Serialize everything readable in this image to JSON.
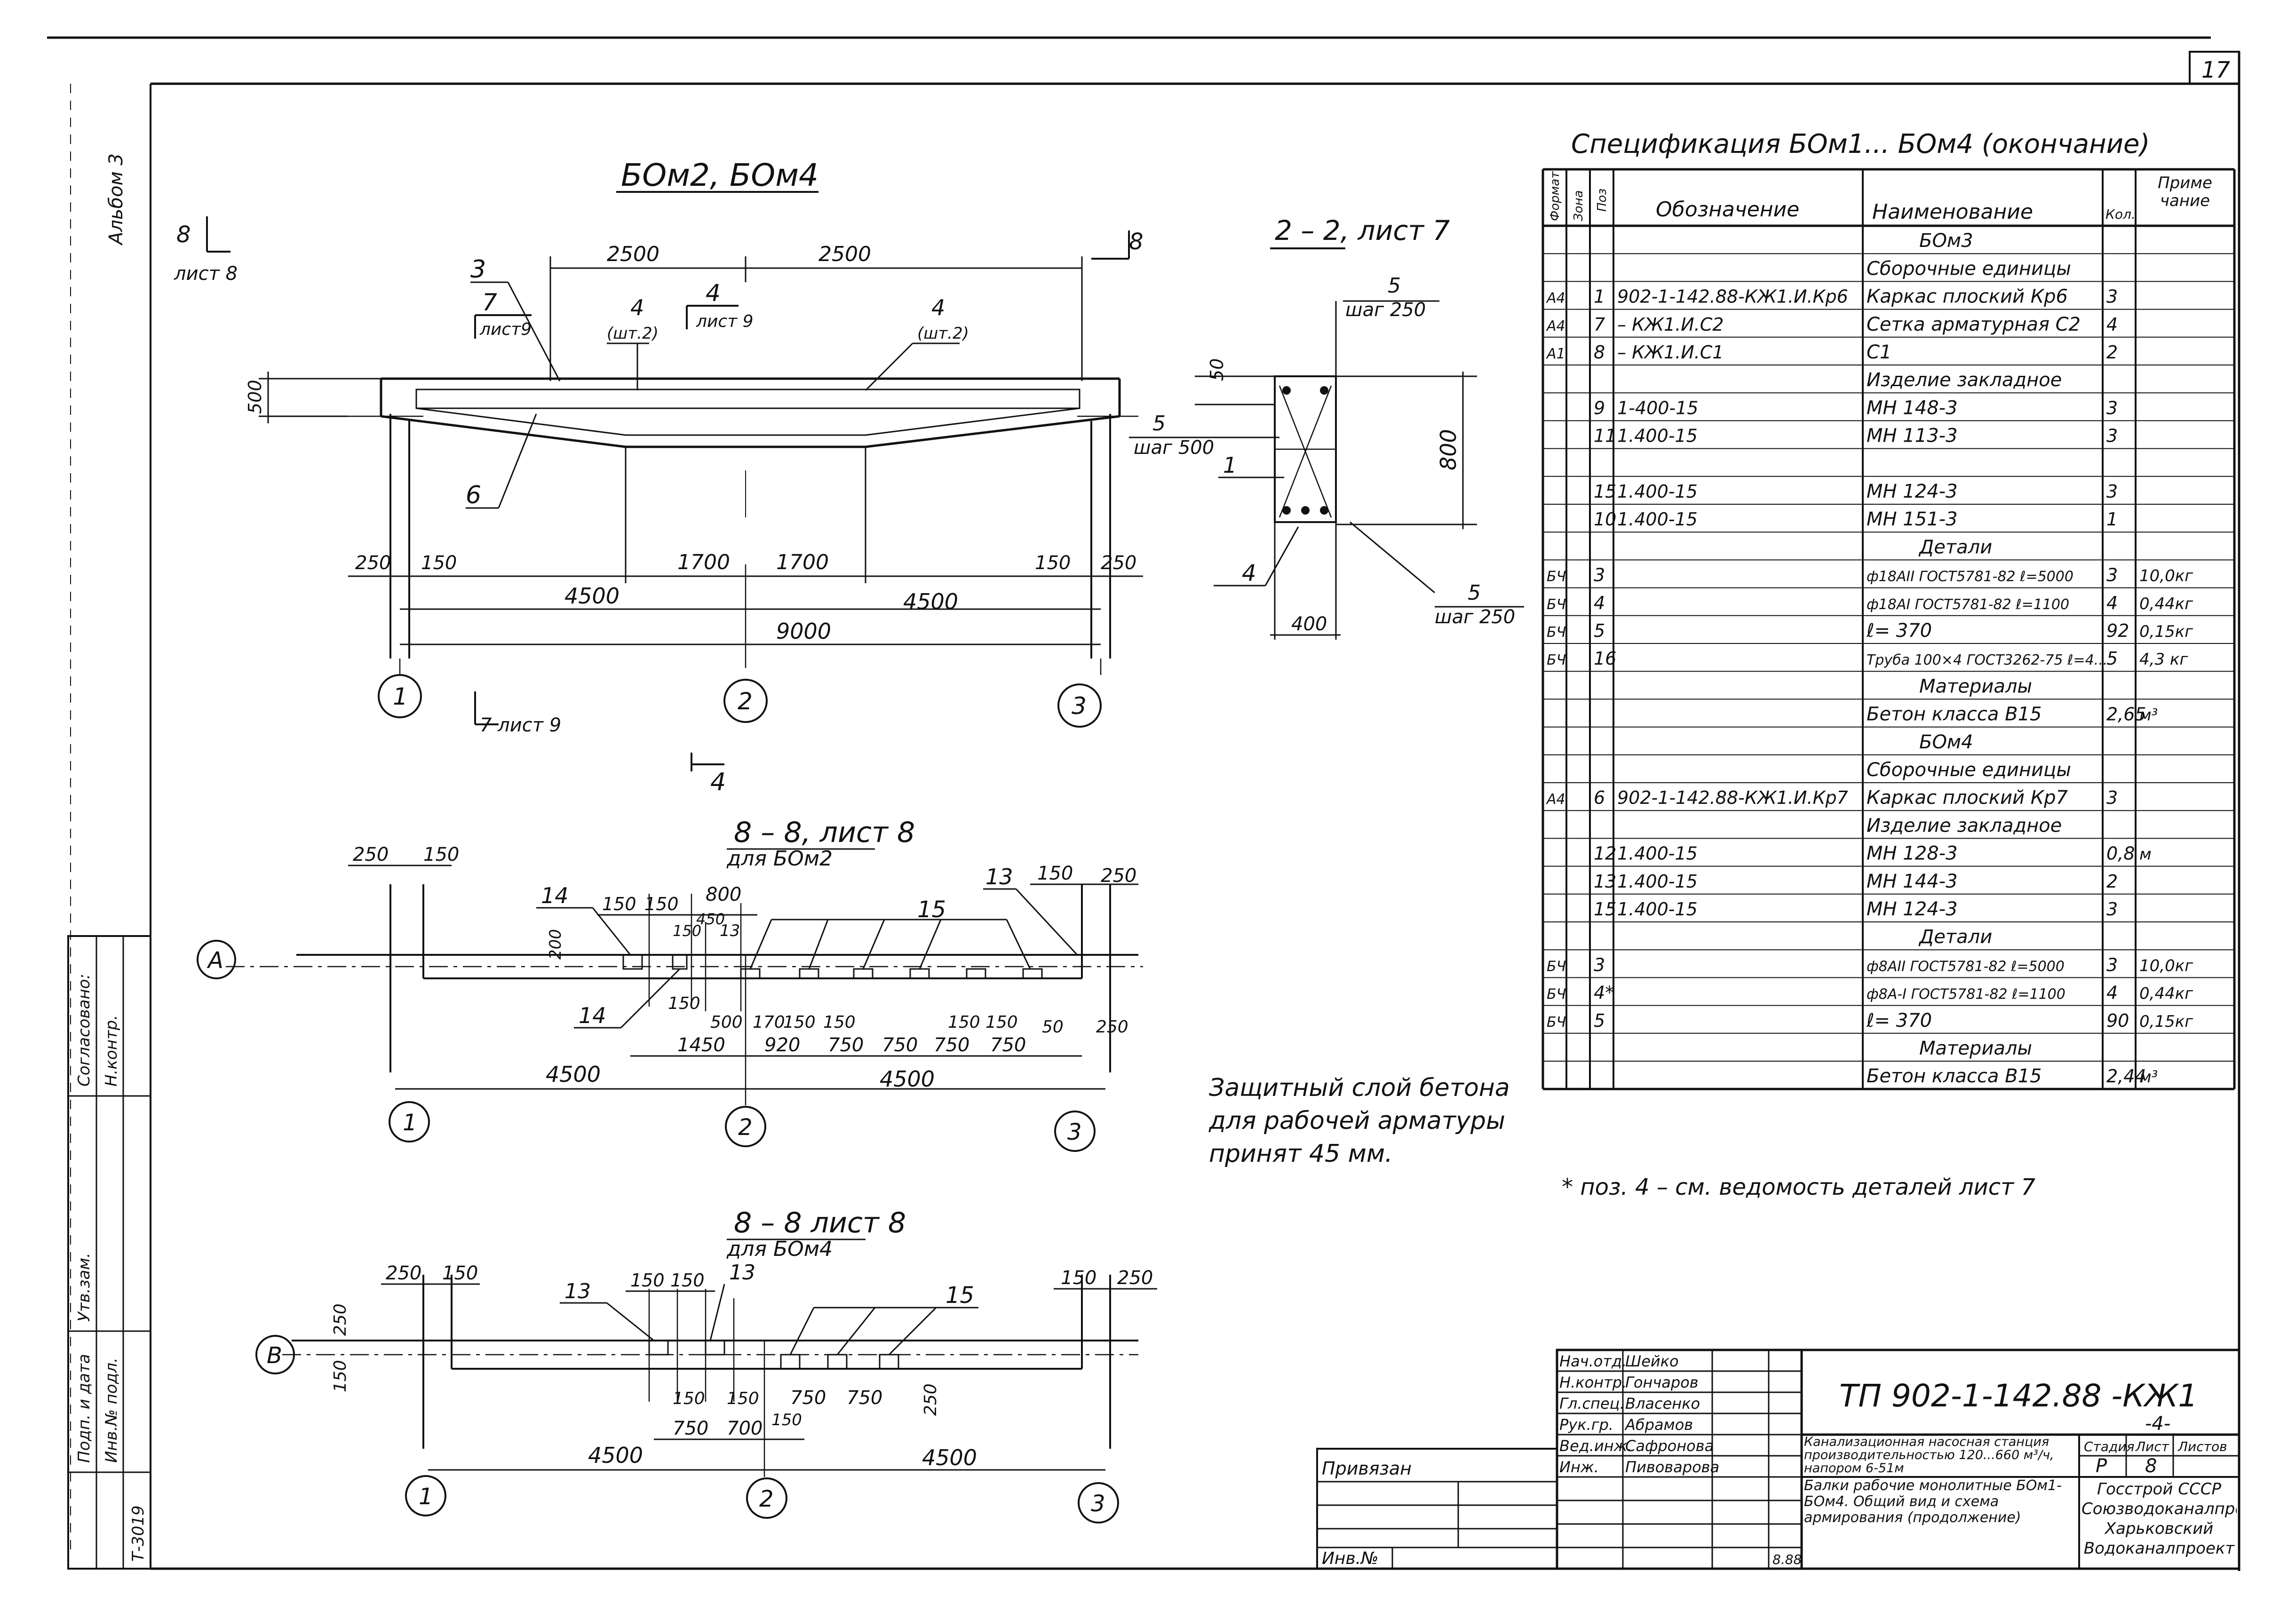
{
  "sheet": {
    "page_number": "17",
    "album_label": "Альбом 3",
    "left_stamp": [
      "Согласовано:",
      "Н.контр.",
      "Утв.зам.",
      "Инв.№ подл.",
      "Подп. и дата",
      "Т-3019"
    ]
  },
  "beam_view": {
    "title": "БОм2, БОм4",
    "ref_8_sheet": "лист 8",
    "ref_8": "8",
    "ref_7": "7",
    "ref_7_sheet": "лист9",
    "ref_4": "4",
    "ref_4_sheet": "лист 9",
    "label_4_pcs": "(шт.2)",
    "pos_3": "3",
    "pos_4": "4",
    "pos_6": "6",
    "dim_2500": "2500",
    "dim_500": "500",
    "dim_250": "250",
    "dim_150": "150",
    "dim_1700": "1700",
    "dim_4500": "4500",
    "dim_9000": "9000",
    "axis_1": "1",
    "axis_2": "2",
    "axis_3": "3",
    "ref_7_bottom": "7 лист 9"
  },
  "section_22": {
    "title": "2 – 2, лист 7",
    "pos_5": "5",
    "step_250": "шаг 250",
    "step_500": "шаг 500",
    "dim_50": "50",
    "dim_800": "800",
    "dim_400": "400",
    "pos_1": "1",
    "pos_4": "4"
  },
  "section_88a": {
    "title": "8 – 8, лист 8",
    "subtitle": "для БОм2",
    "axis_A": "А",
    "dims": [
      "250",
      "150",
      "150",
      "150",
      "800",
      "150",
      "450",
      "200",
      "150",
      "500",
      "170",
      "150",
      "150",
      "1450",
      "920",
      "750",
      "750",
      "750",
      "750",
      "150",
      "150",
      "50",
      "250",
      "4500",
      "4500"
    ],
    "pos_13": "13",
    "pos_14": "14",
    "pos_15": "15"
  },
  "section_88b": {
    "title": "8 – 8 лист 8",
    "subtitle": "для БОм4",
    "axis_B": "В",
    "dims": [
      "250",
      "150",
      "150",
      "150",
      "150",
      "150",
      "150",
      "750",
      "750",
      "750",
      "700",
      "150",
      "250",
      "4500",
      "4500"
    ],
    "pos_13": "13",
    "pos_15": "15"
  },
  "note": {
    "line1": "Защитный слой бетона",
    "line2": "для рабочей арматуры",
    "line3": "принят 45 мм."
  },
  "spec": {
    "title": "Спецификация БОм1... БОм4 (окончание)",
    "headers": [
      "Формат",
      "Зона",
      "Поз",
      "Обозначение",
      "Наименование",
      "Кол.",
      "Приме чание"
    ],
    "rows": [
      [
        "",
        "",
        "",
        "",
        "БОм3",
        "",
        ""
      ],
      [
        "",
        "",
        "",
        "",
        "Сборочные единицы",
        "",
        ""
      ],
      [
        "А4",
        "",
        "1",
        "902-1-142.88-КЖ1.И.Кр6",
        "Каркас плоский Кр6",
        "3",
        ""
      ],
      [
        "А4",
        "",
        "7",
        "– КЖ1.И.С2",
        "Сетка арматурная С2",
        "4",
        ""
      ],
      [
        "А1",
        "",
        "8",
        "– КЖ1.И.С1",
        "С1",
        "2",
        ""
      ],
      [
        "",
        "",
        "",
        "",
        "Изделие закладное",
        "",
        ""
      ],
      [
        "",
        "",
        "9",
        "1-400-15",
        "МН 148-3",
        "3",
        ""
      ],
      [
        "",
        "",
        "11",
        "1.400-15",
        "МН 113-3",
        "3",
        ""
      ],
      [
        "",
        "",
        "",
        "",
        "",
        "",
        ""
      ],
      [
        "",
        "",
        "15",
        "1.400-15",
        "МН 124-3",
        "3",
        ""
      ],
      [
        "",
        "",
        "10",
        "1.400-15",
        "МН 151-3",
        "1",
        ""
      ],
      [
        "",
        "",
        "",
        "",
        "Детали",
        "",
        ""
      ],
      [
        "БЧ",
        "",
        "3",
        "",
        "ф18АII ГОСТ5781-82 ℓ=5000",
        "3",
        "10,0кг"
      ],
      [
        "БЧ",
        "",
        "4",
        "",
        "ф18АI ГОСТ5781-82 ℓ=1100",
        "4",
        "0,44кг"
      ],
      [
        "БЧ",
        "",
        "5",
        "",
        "ℓ= 370",
        "92",
        "0,15кг"
      ],
      [
        "БЧ",
        "",
        "16",
        "",
        "Труба 100×4 ГОСТ3262-75 ℓ=4...",
        "5",
        "4,3 кг"
      ],
      [
        "",
        "",
        "",
        "",
        "Материалы",
        "",
        ""
      ],
      [
        "",
        "",
        "",
        "",
        "Бетон класса В15",
        "2,65",
        "м³"
      ],
      [
        "",
        "",
        "",
        "",
        "БОм4",
        "",
        ""
      ],
      [
        "",
        "",
        "",
        "",
        "Сборочные единицы",
        "",
        ""
      ],
      [
        "А4",
        "",
        "6",
        "902-1-142.88-КЖ1.И.Кр7",
        "Каркас плоский Кр7",
        "3",
        ""
      ],
      [
        "",
        "",
        "",
        "",
        "Изделие закладное",
        "",
        ""
      ],
      [
        "",
        "",
        "12",
        "1.400-15",
        "МН 128-3",
        "0,8",
        "м"
      ],
      [
        "",
        "",
        "13",
        "1.400-15",
        "МН 144-3",
        "2",
        ""
      ],
      [
        "",
        "",
        "15",
        "1.400-15",
        "МН 124-3",
        "3",
        ""
      ],
      [
        "",
        "",
        "",
        "",
        "Детали",
        "",
        ""
      ],
      [
        "БЧ",
        "",
        "3",
        "",
        "ф8АII ГОСТ5781-82 ℓ=5000",
        "3",
        "10,0кг"
      ],
      [
        "БЧ",
        "",
        "4*",
        "",
        "ф8А-I ГОСТ5781-82 ℓ=1100",
        "4",
        "0,44кг"
      ],
      [
        "БЧ",
        "",
        "5",
        "",
        "ℓ= 370",
        "90",
        "0,15кг"
      ],
      [
        "",
        "",
        "",
        "",
        "Материалы",
        "",
        ""
      ],
      [
        "",
        "",
        "",
        "",
        "Бетон класса В15",
        "2,44",
        "м³"
      ]
    ],
    "footnote": "* поз. 4 – см. ведомость деталей лист 7"
  },
  "title_block": {
    "code": "ТП 902-1-142.88 -КЖ1",
    "code_sub": "-4-",
    "privyazan": "Привязан",
    "inv": "Инв.№",
    "roles": [
      "Нач.отд.",
      "Н.контр.",
      "Гл.спец.",
      "Рук.гр.",
      "Вед.инж.",
      "Инж."
    ],
    "names": [
      "Шейко",
      "Гончаров",
      "Власенко",
      "Абрамов",
      "Сафронова",
      "Пивоварова"
    ],
    "date": "8.88",
    "project": "Канализационная насосная станция производительностью 120...660 м³/ч, напором 6-51м",
    "sheet_title": "Балки рабочие монолитные БОм1-БОм4. Общий вид и схема армирования (продолжение)",
    "stage_h": "Стадия",
    "sheet_h": "Лист",
    "sheets_h": "Листов",
    "stage": "Р",
    "sheet_no": "8",
    "org": "Госстрой СССР Союзводоканалпроект Харьковский Водоканалпроект"
  }
}
